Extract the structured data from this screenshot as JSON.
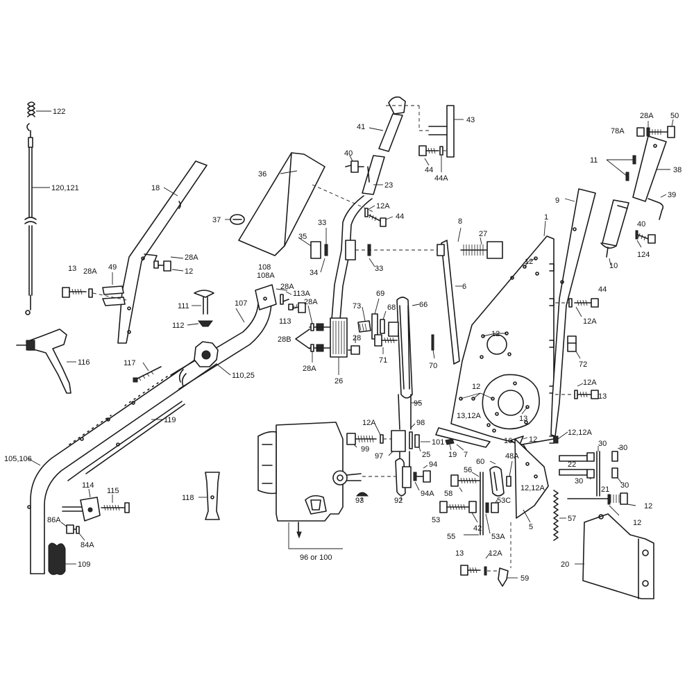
{
  "diagram": {
    "labels": {
      "p1": "1",
      "p5": "5",
      "p6": "6",
      "p7": "7",
      "p8": "8",
      "p9": "9",
      "p10": "10",
      "p11": "11",
      "p12": "12",
      "p12A": "12A",
      "p12_12A": "12,12A",
      "p13": "13",
      "p13_12A": "13,12A",
      "p16": "16",
      "p18": "18",
      "p19": "19",
      "p20": "20",
      "p21": "21",
      "p22": "22",
      "p23": "23",
      "p25": "25",
      "p26": "26",
      "p27": "27",
      "p28": "28",
      "p28A": "28A",
      "p28B": "28B",
      "p30": "30",
      "p33": "33",
      "p34": "34",
      "p35": "35",
      "p36": "36",
      "p37": "37",
      "p38": "38",
      "p39": "39",
      "p40": "40",
      "p41": "41",
      "p42": "42",
      "p43": "43",
      "p44": "44",
      "p44A": "44A",
      "p48A": "48A",
      "p49": "49",
      "p50": "50",
      "p53": "53",
      "p53A": "53A",
      "p53C": "53C",
      "p55": "55",
      "p56": "56",
      "p57": "57",
      "p58": "58",
      "p59": "59",
      "p60": "60",
      "p66": "66",
      "p68": "68",
      "p69": "69",
      "p70": "70",
      "p71": "71",
      "p72": "72",
      "p73": "73",
      "p78A": "78A",
      "p84A": "84A",
      "p86A": "86A",
      "p92": "92",
      "p93": "93",
      "p94": "94",
      "p94A": "94A",
      "p95": "95",
      "p96or100": "96 or 100",
      "p97": "97",
      "p98": "98",
      "p99": "99",
      "p101": "101",
      "p105_106": "105,106",
      "p107": "107",
      "p108": "108",
      "p108A": "108A",
      "p109": "109",
      "p110_25": "110,25",
      "p111": "111",
      "p112": "112",
      "p113": "113",
      "p113A": "113A",
      "p114": "114",
      "p115": "115",
      "p116": "116",
      "p117": "117",
      "p118": "118",
      "p119": "119",
      "p120_121": "120,121",
      "p122": "122",
      "p124": "124"
    }
  }
}
